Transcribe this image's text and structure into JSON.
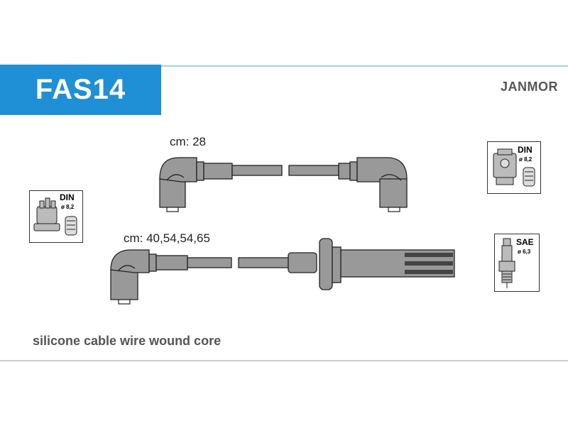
{
  "header": {
    "part_code": "FAS14",
    "brand": "JANMOR",
    "accent_color": "#1f8fd6"
  },
  "cables": {
    "short_label": "cm: 28",
    "long_label": "cm: 40,54,54,65"
  },
  "connectors": {
    "distributor": {
      "standard": "DIN",
      "diameter": "ø 8,2",
      "icon": "distributor-cap-icon"
    },
    "coil": {
      "standard": "DIN",
      "diameter": "ø 8,2",
      "icon": "ignition-coil-icon"
    },
    "spark_plug": {
      "standard": "SAE",
      "diameter": "ø 6,3",
      "icon": "spark-plug-icon"
    }
  },
  "footer": {
    "note": "silicone cable wire wound core"
  }
}
